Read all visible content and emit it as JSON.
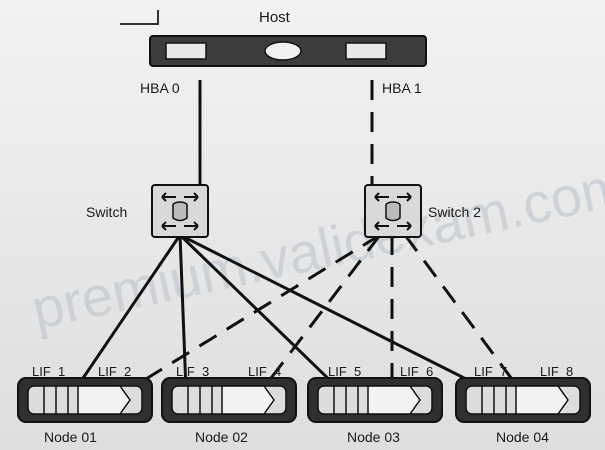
{
  "host": {
    "label": "Host"
  },
  "hbas": [
    {
      "id": "hba0",
      "label": "HBA 0"
    },
    {
      "id": "hba1",
      "label": "HBA 1"
    }
  ],
  "switches": [
    {
      "id": "switch1",
      "label": "Switch"
    },
    {
      "id": "switch2",
      "label": "Switch 2"
    }
  ],
  "nodes": [
    {
      "id": "node01",
      "label": "Node 01",
      "lifs": [
        "LIF_1",
        "LIF_2"
      ]
    },
    {
      "id": "node02",
      "label": "Node 02",
      "lifs": [
        "LIF_3",
        "LIF_4"
      ]
    },
    {
      "id": "node03",
      "label": "Node 03",
      "lifs": [
        "LIF_5",
        "LIF_6"
      ]
    },
    {
      "id": "node04",
      "label": "Node 04",
      "lifs": [
        "LIF_7",
        "LIF_8"
      ]
    }
  ],
  "watermark": "premium.validexam.com",
  "connections": {
    "solid": [
      "host-switch1",
      "switch1-LIF_1",
      "switch1-LIF_3",
      "switch1-LIF_5",
      "switch1-LIF_7"
    ],
    "dashed": [
      "host-switch2",
      "switch2-LIF_2",
      "switch2-LIF_4",
      "switch2-LIF_6",
      "switch2-LIF_8"
    ]
  }
}
